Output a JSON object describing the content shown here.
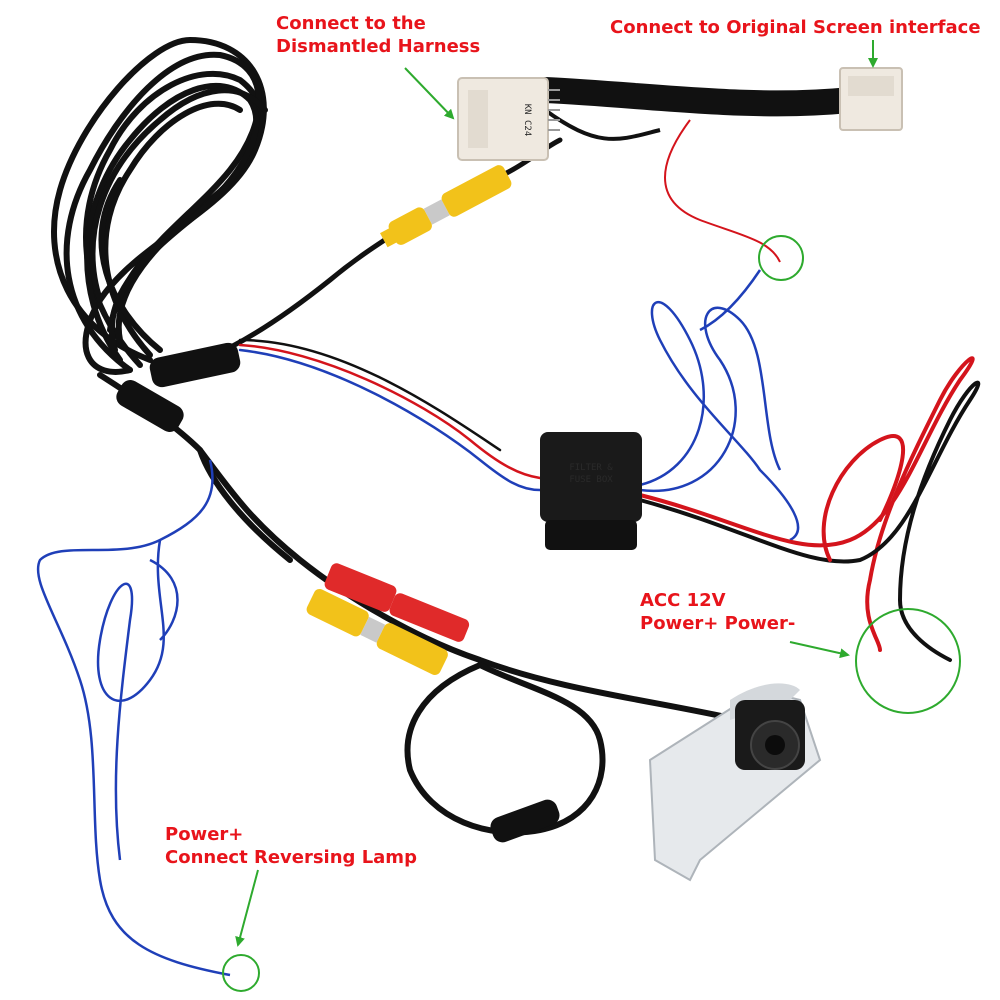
{
  "labels": {
    "dismantled_harness": {
      "line1": "Connect to the",
      "line2": "Dismantled Harness"
    },
    "original_screen": "Connect to Original Screen interface",
    "acc": {
      "line1": "ACC 12V",
      "line2": "Power+ Power-"
    },
    "reversing": {
      "line1": "Power+",
      "line2": "Connect Reversing Lamp"
    }
  },
  "components": {
    "harness_connector_text": "KN C24",
    "filter_box": {
      "line1": "FILTER &",
      "line2": "FUSE BOX"
    }
  },
  "colors": {
    "label_red": "#e8141b",
    "arrow_green": "#2eaa2e",
    "wire_black": "#111111",
    "wire_red": "#d4141c",
    "wire_blue": "#1f3fb8",
    "rca_yellow": "#f2c21a",
    "rca_red": "#e02a2a"
  }
}
